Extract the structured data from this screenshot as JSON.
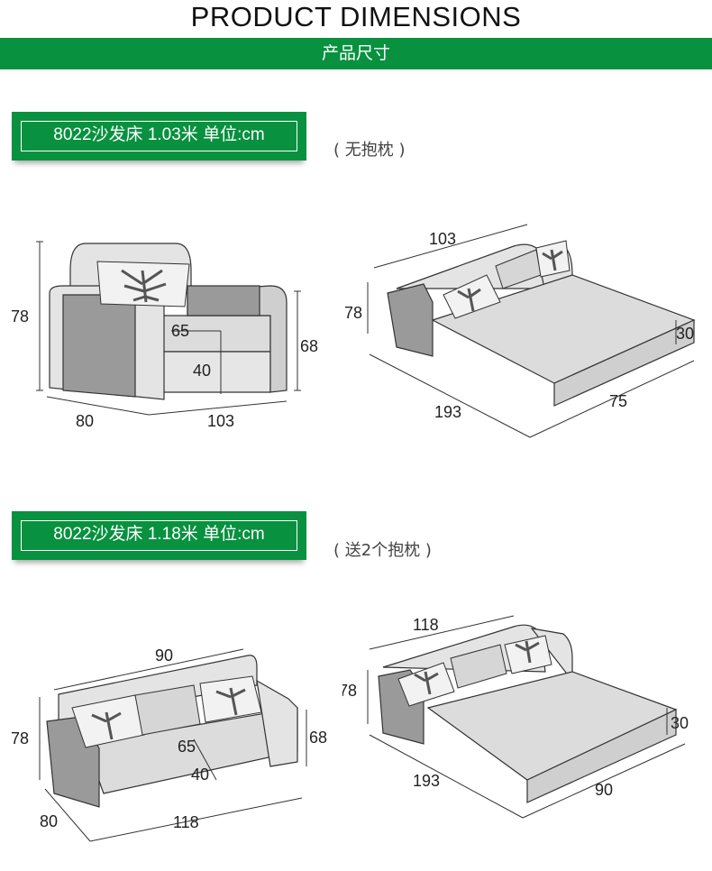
{
  "header": {
    "title": "PRODUCT DIMENSIONS",
    "subtitle": "产品尺寸"
  },
  "sections": [
    {
      "label": "8022沙发床 1.03米 单位:cm",
      "note": "( 无抱枕 )",
      "sofa": {
        "height": "78",
        "arm_height": "68",
        "seat_depth": "65",
        "seat_height": "40",
        "depth": "80",
        "width": "103"
      },
      "bed": {
        "width": "103",
        "height": "78",
        "thickness": "30",
        "length": "193",
        "depth": "75"
      }
    },
    {
      "label": "8022沙发床 1.18米 单位:cm",
      "note": "( 送2个抱枕 )",
      "sofa": {
        "back_width": "90",
        "height": "78",
        "arm_height": "68",
        "seat_depth": "65",
        "seat_height": "40",
        "depth": "80",
        "width": "118"
      },
      "bed": {
        "width": "118",
        "height": "78",
        "thickness": "30",
        "length": "193",
        "depth": "90"
      }
    }
  ],
  "colors": {
    "accent": "#08913f",
    "fabric": "#e4e4e4",
    "arm_panel": "#9a9a9a"
  }
}
